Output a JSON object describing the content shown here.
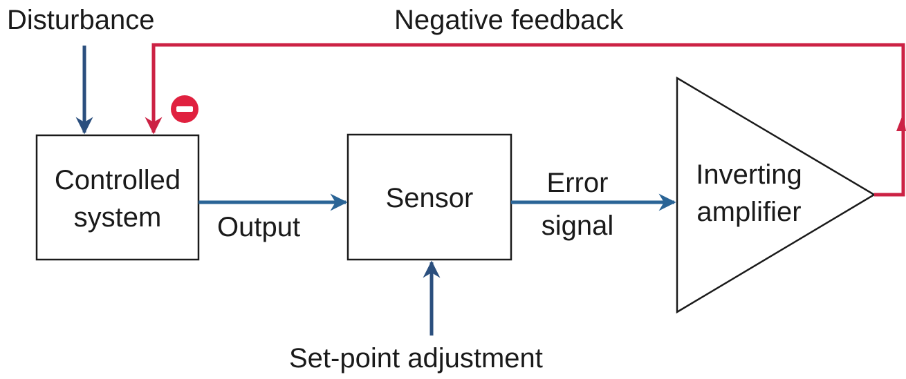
{
  "labels": {
    "disturbance": "Disturbance",
    "negative_feedback": "Negative feedback",
    "controlled_system_line1": "Controlled",
    "controlled_system_line2": "system",
    "output": "Output",
    "sensor": "Sensor",
    "error_line1": "Error",
    "error_line2": "signal",
    "amplifier_line1": "Inverting",
    "amplifier_line2": "amplifier",
    "set_point": "Set-point adjustment",
    "minus_sign": "−"
  },
  "colors": {
    "signal_blue": "#2a6496",
    "disturbance_blue": "#2b4f7e",
    "feedback_red": "#cc2244",
    "outline": "#1a1a1a"
  }
}
